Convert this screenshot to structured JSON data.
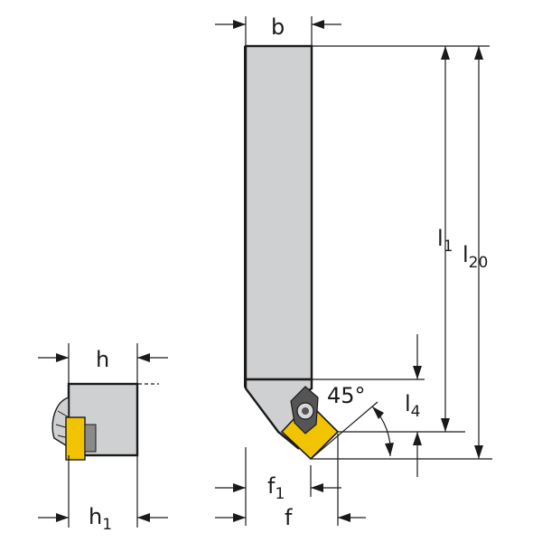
{
  "labels": {
    "b": "b",
    "h": "h",
    "h1_main": "h",
    "h1_sub": "1",
    "l1_main": "l",
    "l1_sub": "1",
    "l20_main": "l",
    "l20_sub": "20",
    "l4_main": "l",
    "l4_sub": "4",
    "f1_main": "f",
    "f1_sub": "1",
    "f": "f",
    "angle": "45°"
  },
  "colors": {
    "body": "#cfd0d1",
    "insert": "#f2c300",
    "lines": "#1a1a1a",
    "clamp": "#555555"
  }
}
